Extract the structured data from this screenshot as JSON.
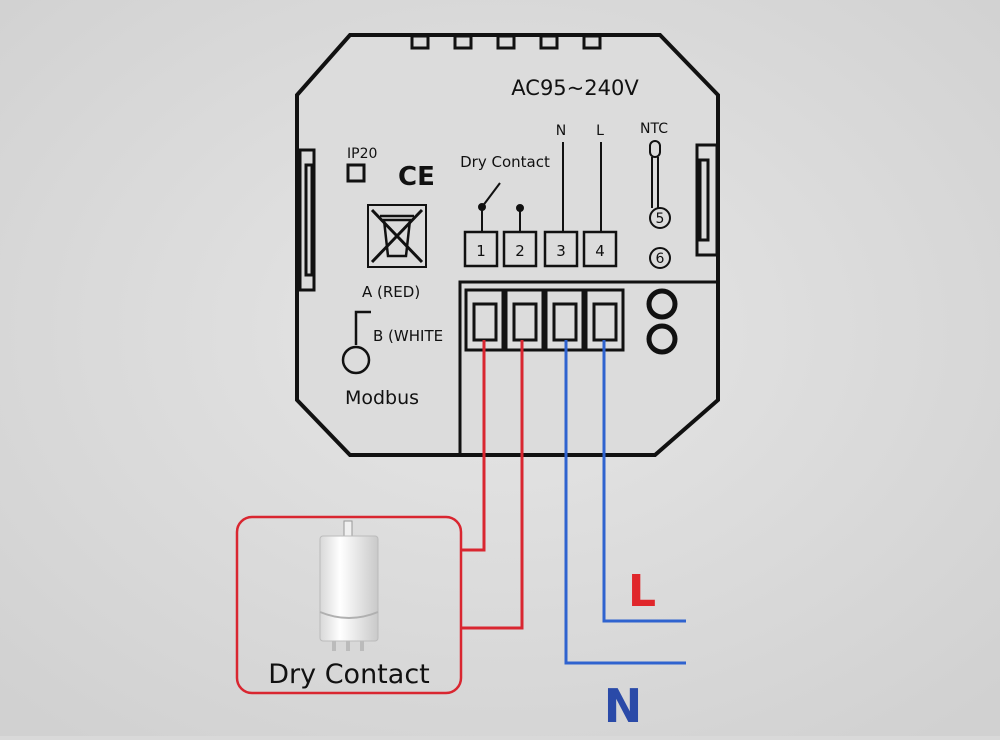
{
  "device": {
    "voltage": "AC95~240V",
    "ip_rating": "IP20",
    "ce_mark": "CE",
    "ntc_label": "NTC",
    "n_top_label": "N",
    "l_top_label": "L",
    "dry_contact_label": "Dry Contact",
    "terminals": [
      "1",
      "2",
      "3",
      "4"
    ],
    "ntc_terminals": [
      "5",
      "6"
    ],
    "modbus_a_label": "A (RED)",
    "modbus_b_label": "B (WHITE",
    "modbus_label": "Modbus"
  },
  "external": {
    "dry_contact_label": "Dry Contact",
    "line_label": "L",
    "neutral_label": "N"
  },
  "colors": {
    "background": "#d9d9d9",
    "panel_outline": "#111111",
    "red_wire": "#d92630",
    "blue_wire": "#2f63cf",
    "l_text": "#e0262b",
    "n_text": "#2a4aa8"
  }
}
